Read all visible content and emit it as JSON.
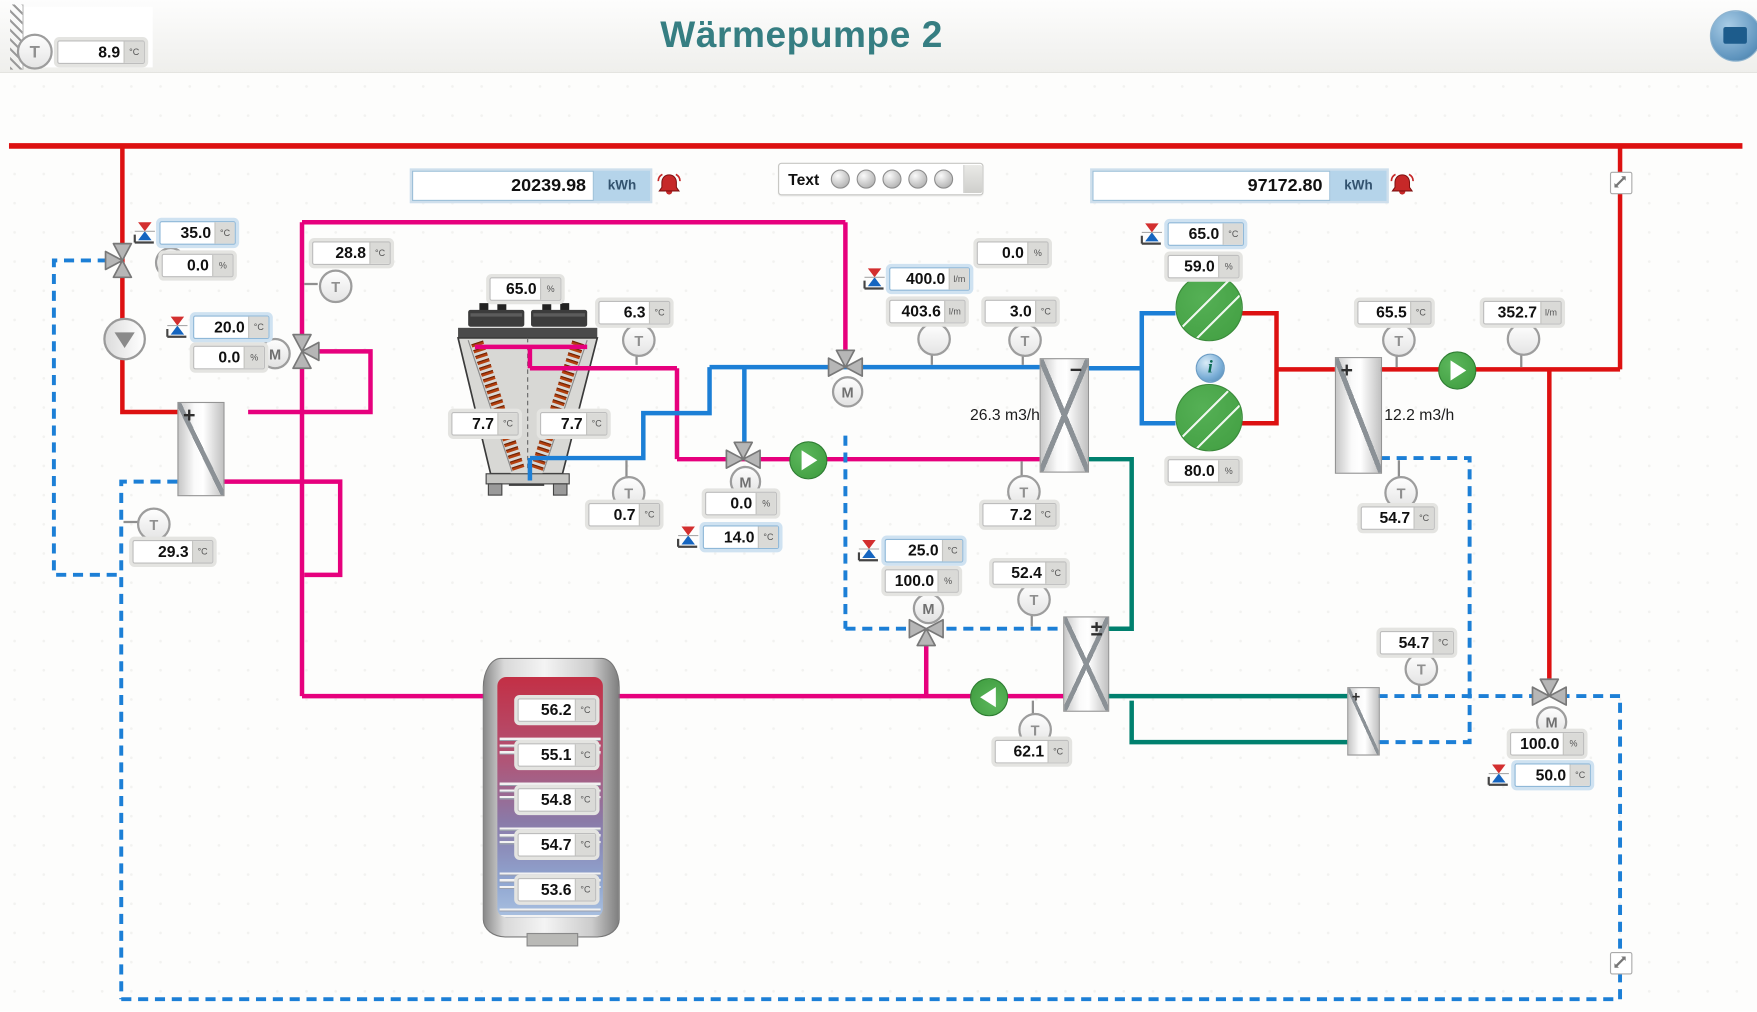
{
  "header": {
    "title": "Wärmepumpe 2",
    "outside_temp": {
      "value": "8.9",
      "unit": "°C"
    }
  },
  "counters": {
    "left": {
      "value": "20239.98",
      "unit": "kWh"
    },
    "right": {
      "value": "97172.80",
      "unit": "kWh"
    }
  },
  "text_panel": {
    "label": "Text",
    "led_count": 5
  },
  "icons": {
    "sensor": "T",
    "motor": "M",
    "info": "i"
  },
  "signs": {
    "hx_left": "+",
    "hx_mid": "−",
    "hx_right": "+",
    "hx_pm": "±",
    "hx_small": "+"
  },
  "flows": {
    "mid": "26.3 m3/h",
    "right": "12.2 m3/h"
  },
  "fields": {
    "sp_35": {
      "value": "35.0",
      "unit": "°C"
    },
    "pct_0a": {
      "value": "0.0",
      "unit": "%"
    },
    "sp_20": {
      "value": "20.0",
      "unit": "°C"
    },
    "pct_0b": {
      "value": "0.0",
      "unit": "%"
    },
    "t_288": {
      "value": "28.8",
      "unit": "°C"
    },
    "t_293": {
      "value": "29.3",
      "unit": "°C"
    },
    "pct_65": {
      "value": "65.0",
      "unit": "%"
    },
    "t_63": {
      "value": "6.3",
      "unit": "°C"
    },
    "t_77a": {
      "value": "7.7",
      "unit": "°C"
    },
    "t_77b": {
      "value": "7.7",
      "unit": "°C"
    },
    "t_07": {
      "value": "0.7",
      "unit": "°C"
    },
    "pct_0c": {
      "value": "0.0",
      "unit": "%"
    },
    "sp_14": {
      "value": "14.0",
      "unit": "°C"
    },
    "pct_0d": {
      "value": "0.0",
      "unit": "%"
    },
    "sp_400": {
      "value": "400.0",
      "unit": "l/m"
    },
    "f_4036": {
      "value": "403.6",
      "unit": "l/m"
    },
    "t_30": {
      "value": "3.0",
      "unit": "°C"
    },
    "sp_65": {
      "value": "65.0",
      "unit": "°C"
    },
    "pct_59": {
      "value": "59.0",
      "unit": "%"
    },
    "pct_80": {
      "value": "80.0",
      "unit": "%"
    },
    "t_72": {
      "value": "7.2",
      "unit": "°C"
    },
    "t_655": {
      "value": "65.5",
      "unit": "°C"
    },
    "f_3527": {
      "value": "352.7",
      "unit": "l/m"
    },
    "t_547a": {
      "value": "54.7",
      "unit": "°C"
    },
    "sp_25": {
      "value": "25.0",
      "unit": "°C"
    },
    "pct_100a": {
      "value": "100.0",
      "unit": "%"
    },
    "t_524": {
      "value": "52.4",
      "unit": "°C"
    },
    "t_621": {
      "value": "62.1",
      "unit": "°C"
    },
    "t_547b": {
      "value": "54.7",
      "unit": "°C"
    },
    "pct_100b": {
      "value": "100.0",
      "unit": "%"
    },
    "sp_50": {
      "value": "50.0",
      "unit": "°C"
    }
  },
  "tank": {
    "temps": [
      {
        "value": "56.2",
        "unit": "°C"
      },
      {
        "value": "55.1",
        "unit": "°C"
      },
      {
        "value": "54.8",
        "unit": "°C"
      },
      {
        "value": "54.7",
        "unit": "°C"
      },
      {
        "value": "53.6",
        "unit": "°C"
      }
    ]
  },
  "colors": {
    "pipe_red": "#dd1111",
    "pipe_magenta": "#e6007d",
    "pipe_blue": "#1c7fd6",
    "pipe_teal": "#00806e",
    "pump_green": "#3c9a3c",
    "valve_gray": "#b6b6b6",
    "title": "#367e82",
    "alarm": "#c62828",
    "setpoint_border": "#8fb8d8"
  }
}
